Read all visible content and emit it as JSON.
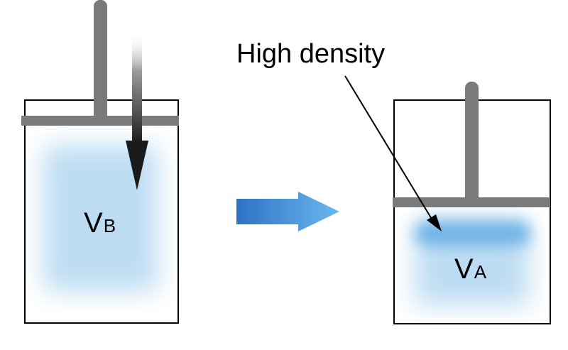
{
  "annotation": {
    "text": "High density"
  },
  "left_cylinder": {
    "volume_main": "V",
    "volume_sub": "B"
  },
  "right_cylinder": {
    "volume_main": "V",
    "volume_sub": "A"
  },
  "colors": {
    "outline": "#000000",
    "piston": "#7a7a7a",
    "gas_light": "#bcdcf3",
    "gas_dense": "#6fb3e6",
    "arrow_dark": "#2e73c4",
    "arrow_light": "#6ab7ee",
    "push_arrow_dark": "#1a1a1a"
  }
}
